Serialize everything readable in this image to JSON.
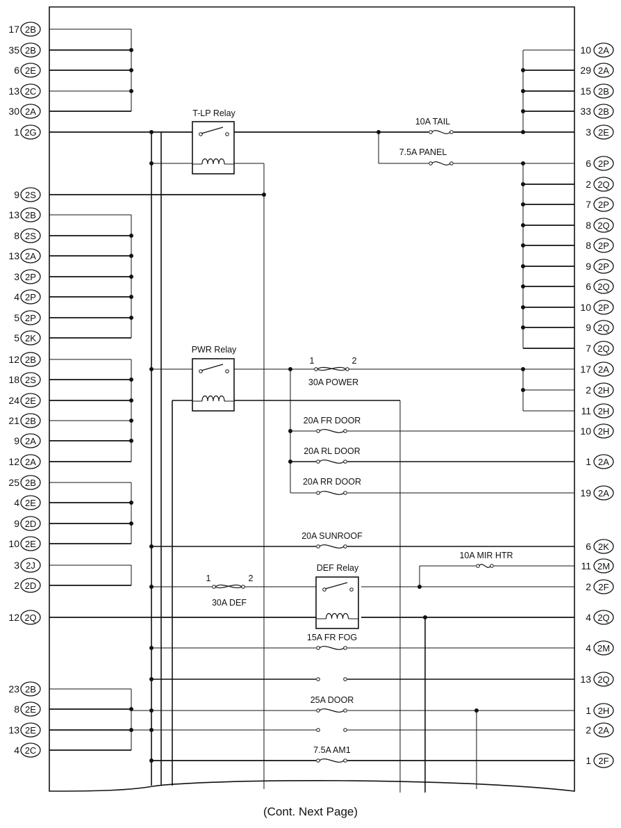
{
  "left_pins": [
    {
      "pin": "17",
      "conn": "2B"
    },
    {
      "pin": "35",
      "conn": "2B"
    },
    {
      "pin": "6",
      "conn": "2E"
    },
    {
      "pin": "13",
      "conn": "2C"
    },
    {
      "pin": "30",
      "conn": "2A"
    },
    {
      "pin": "1",
      "conn": "2G"
    },
    {
      "pin": "9",
      "conn": "2S"
    },
    {
      "pin": "13",
      "conn": "2B"
    },
    {
      "pin": "8",
      "conn": "2S"
    },
    {
      "pin": "13",
      "conn": "2A"
    },
    {
      "pin": "3",
      "conn": "2P"
    },
    {
      "pin": "4",
      "conn": "2P"
    },
    {
      "pin": "5",
      "conn": "2P"
    },
    {
      "pin": "5",
      "conn": "2K"
    },
    {
      "pin": "12",
      "conn": "2B"
    },
    {
      "pin": "18",
      "conn": "2S"
    },
    {
      "pin": "24",
      "conn": "2E"
    },
    {
      "pin": "21",
      "conn": "2B"
    },
    {
      "pin": "9",
      "conn": "2A"
    },
    {
      "pin": "12",
      "conn": "2A"
    },
    {
      "pin": "25",
      "conn": "2B"
    },
    {
      "pin": "4",
      "conn": "2E"
    },
    {
      "pin": "9",
      "conn": "2D"
    },
    {
      "pin": "10",
      "conn": "2E"
    },
    {
      "pin": "3",
      "conn": "2J"
    },
    {
      "pin": "2",
      "conn": "2D"
    },
    {
      "pin": "12",
      "conn": "2Q"
    },
    {
      "pin": "23",
      "conn": "2B"
    },
    {
      "pin": "8",
      "conn": "2E"
    },
    {
      "pin": "13",
      "conn": "2E"
    },
    {
      "pin": "4",
      "conn": "2C"
    }
  ],
  "right_pins": [
    {
      "pin": "10",
      "conn": "2A"
    },
    {
      "pin": "29",
      "conn": "2A"
    },
    {
      "pin": "15",
      "conn": "2B"
    },
    {
      "pin": "33",
      "conn": "2B"
    },
    {
      "pin": "3",
      "conn": "2E"
    },
    {
      "pin": "6",
      "conn": "2P"
    },
    {
      "pin": "2",
      "conn": "2Q"
    },
    {
      "pin": "7",
      "conn": "2P"
    },
    {
      "pin": "8",
      "conn": "2Q"
    },
    {
      "pin": "8",
      "conn": "2P"
    },
    {
      "pin": "9",
      "conn": "2P"
    },
    {
      "pin": "6",
      "conn": "2Q"
    },
    {
      "pin": "10",
      "conn": "2P"
    },
    {
      "pin": "9",
      "conn": "2Q"
    },
    {
      "pin": "7",
      "conn": "2Q"
    },
    {
      "pin": "17",
      "conn": "2A"
    },
    {
      "pin": "2",
      "conn": "2H"
    },
    {
      "pin": "11",
      "conn": "2H"
    },
    {
      "pin": "10",
      "conn": "2H"
    },
    {
      "pin": "1",
      "conn": "2A"
    },
    {
      "pin": "19",
      "conn": "2A"
    },
    {
      "pin": "6",
      "conn": "2K"
    },
    {
      "pin": "11",
      "conn": "2M"
    },
    {
      "pin": "2",
      "conn": "2F"
    },
    {
      "pin": "4",
      "conn": "2Q"
    },
    {
      "pin": "4",
      "conn": "2M"
    },
    {
      "pin": "13",
      "conn": "2Q"
    },
    {
      "pin": "1",
      "conn": "2H"
    },
    {
      "pin": "2",
      "conn": "2A"
    },
    {
      "pin": "1",
      "conn": "2F"
    }
  ],
  "relays": [
    {
      "id": "tlp",
      "label": "T-LP Relay"
    },
    {
      "id": "pwr",
      "label": "PWR Relay"
    },
    {
      "id": "def",
      "label": "DEF Relay"
    }
  ],
  "fuses": [
    {
      "id": "tail",
      "label": "10A TAIL"
    },
    {
      "id": "panel",
      "label": "7.5A PANEL"
    },
    {
      "id": "power",
      "label": "30A POWER",
      "term_in": "1",
      "term_out": "2"
    },
    {
      "id": "frdoor",
      "label": "20A FR DOOR"
    },
    {
      "id": "rldoor",
      "label": "20A RL DOOR"
    },
    {
      "id": "rrdoor",
      "label": "20A RR DOOR"
    },
    {
      "id": "sunroof",
      "label": "20A SUNROOF"
    },
    {
      "id": "mirhtr",
      "label": "10A MIR HTR"
    },
    {
      "id": "def",
      "label": "30A DEF",
      "term_in": "1",
      "term_out": "2"
    },
    {
      "id": "frfog",
      "label": "15A FR FOG"
    },
    {
      "id": "door",
      "label": "25A DOOR"
    },
    {
      "id": "am1",
      "label": "7.5A AM1"
    }
  ],
  "footer": "(Cont. Next Page)"
}
